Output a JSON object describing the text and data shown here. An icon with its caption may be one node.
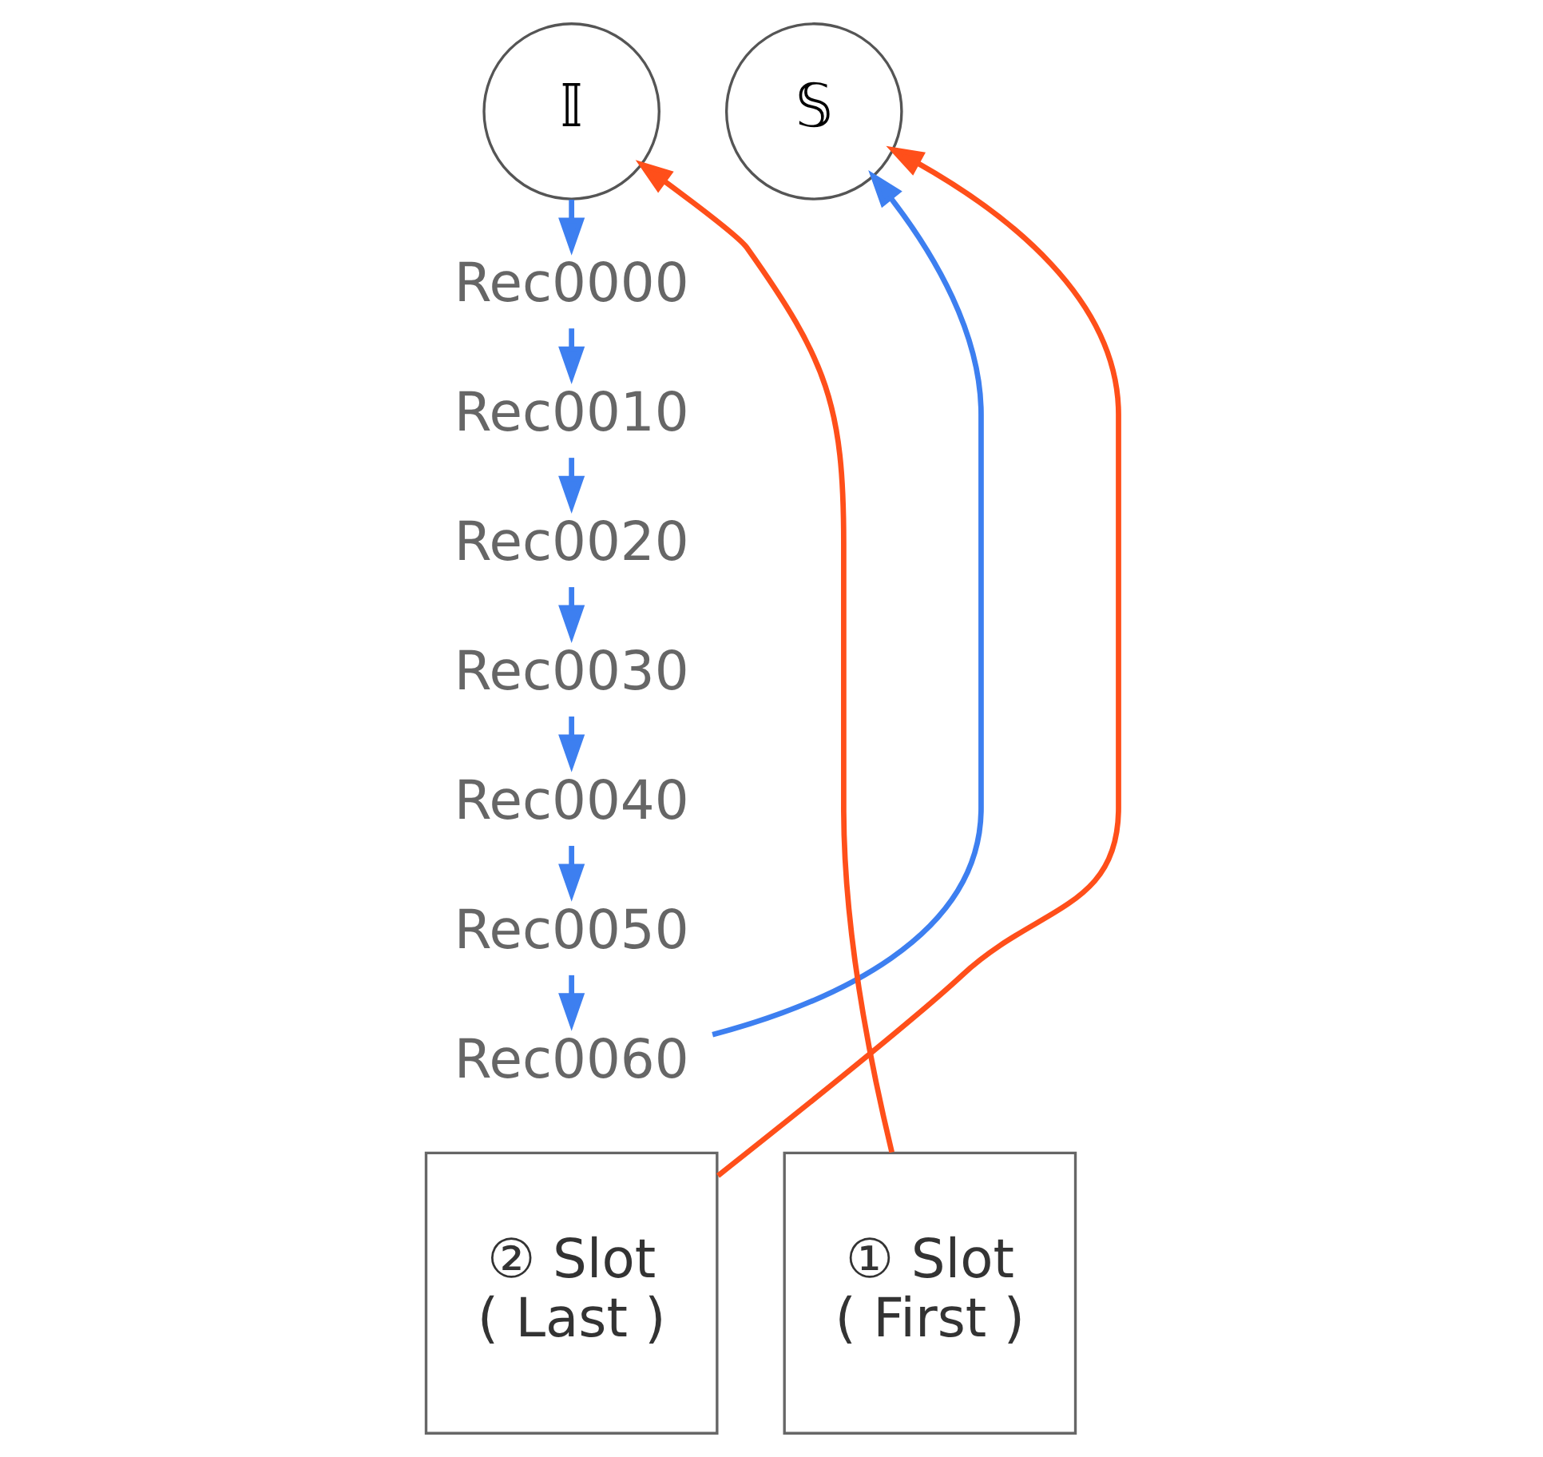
{
  "diagram": {
    "nodes": [
      {
        "text": [
          "𝕀"
        ]
      },
      {
        "text": [
          "𝕊"
        ]
      },
      {
        "text": [
          "Rec0000"
        ]
      },
      {
        "text": [
          "Rec0010"
        ]
      },
      {
        "text": [
          "Rec0020"
        ]
      },
      {
        "text": [
          "Rec0030"
        ]
      },
      {
        "text": [
          "Rec0040"
        ]
      },
      {
        "text": [
          "Rec0050"
        ]
      },
      {
        "text": [
          "Rec0060"
        ]
      },
      {
        "text": [
          "② Slot ( Last )"
        ]
      },
      {
        "text": [
          "① Slot ( First )"
        ]
      }
    ],
    "edges": [
      {
        "from": 9,
        "to": 1,
        "arrow": "to",
        "color": "#ff4f1a"
      },
      {
        "from": 10,
        "to": 0,
        "arrow": "to",
        "color": "#ff4f1a"
      },
      {
        "from": 0,
        "to": 2,
        "arrow": "to"
      },
      {
        "from": 2,
        "to": 3,
        "arrow": "to"
      },
      {
        "from": 3,
        "to": 4,
        "arrow": "to"
      },
      {
        "from": 4,
        "to": 5,
        "arrow": "to"
      },
      {
        "from": 5,
        "to": 6,
        "arrow": "to"
      },
      {
        "from": 6,
        "to": 7,
        "arrow": "to"
      },
      {
        "from": 7,
        "to": 8,
        "arrow": "to"
      },
      {
        "from": 8,
        "to": 1,
        "arrow": "to"
      }
    ]
  }
}
